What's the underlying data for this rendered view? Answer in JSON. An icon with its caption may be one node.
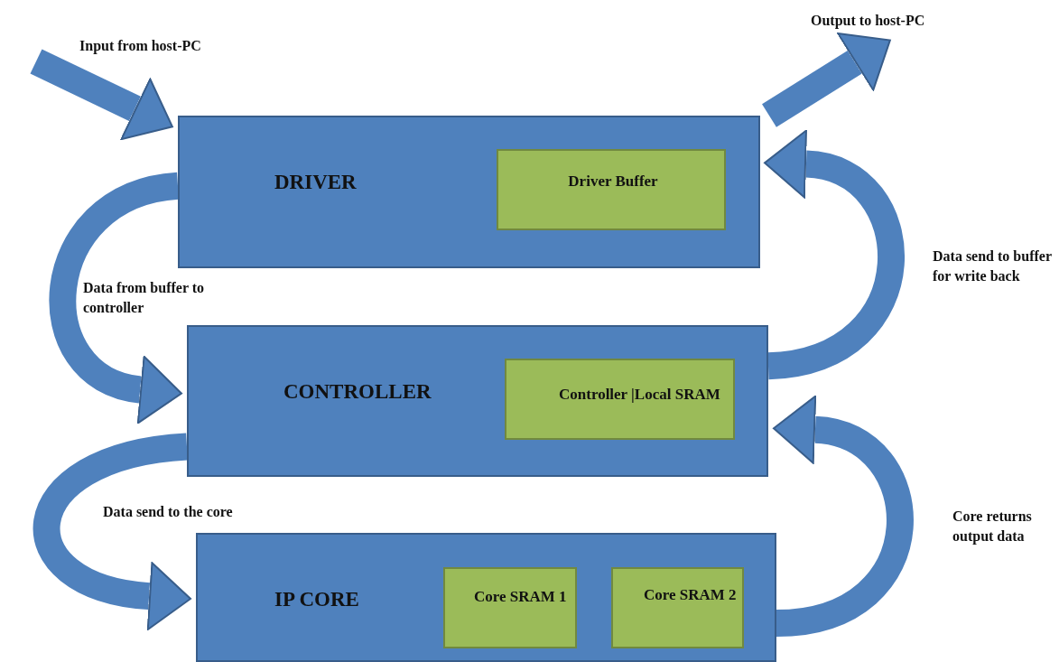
{
  "diagram": {
    "nodes": [
      {
        "text": [
          "DRIVER"
        ]
      },
      {
        "text": [
          "Driver Buffer"
        ],
        "in": 0
      },
      {
        "text": [
          "CONTROLLER"
        ]
      },
      {
        "text": [
          "Controller |Local SRAM"
        ],
        "in": 2
      },
      {
        "text": [
          "IP CORE"
        ]
      },
      {
        "text": [
          "Core SRAM 1"
        ],
        "in": 4
      },
      {
        "text": [
          "Core SRAM 2"
        ],
        "in": 4
      }
    ],
    "edges": [
      {
        "from": null,
        "to": 0,
        "arrow": "to",
        "label": "Input from host-PC"
      },
      {
        "from": 0,
        "to": null,
        "arrow": "to",
        "label": "Output to host-PC"
      },
      {
        "from": 0,
        "to": 2,
        "arrow": "to",
        "label": "Data from buffer to controller"
      },
      {
        "from": 2,
        "to": 4,
        "arrow": "to",
        "label": "Data send to the core"
      },
      {
        "from": 4,
        "to": 2,
        "arrow": "to",
        "label": "Core returns output data"
      },
      {
        "from": 2,
        "to": 0,
        "arrow": "to",
        "label": "Data send to buffer for write back"
      }
    ]
  }
}
